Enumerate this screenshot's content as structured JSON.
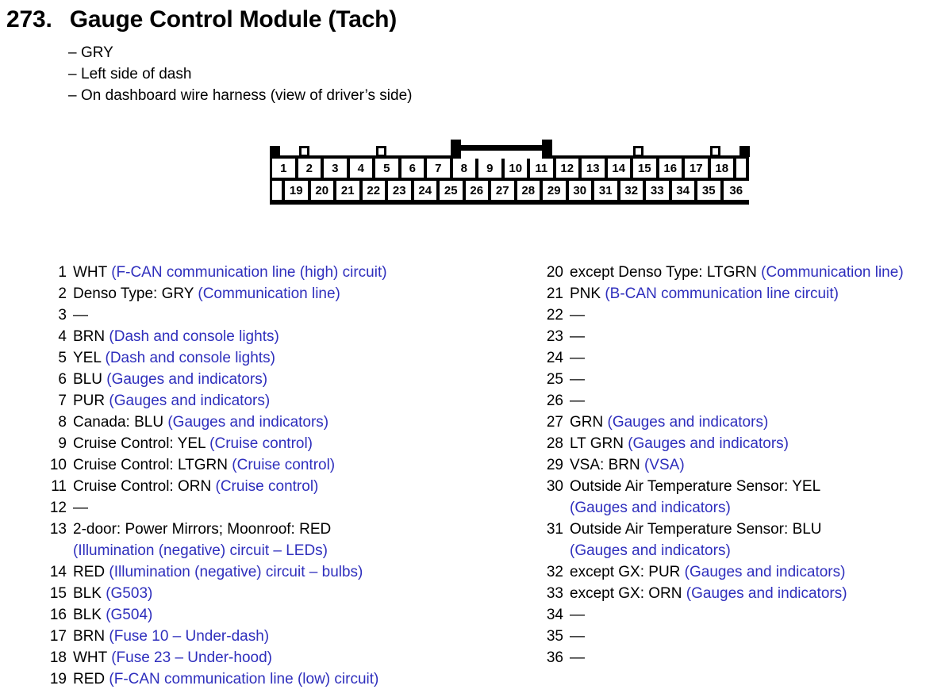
{
  "header": {
    "number": "273.",
    "title": "Gauge Control Module (Tach)",
    "full_title": "273.  Gauge Control Module (Tach)",
    "notes": [
      "GRY",
      "Left side of dash",
      "On dashboard wire harness (view of driver’s side)"
    ],
    "dash": "–"
  },
  "colors": {
    "text": "#000000",
    "circuit_blue": "#2f2fbd",
    "connector": "#000000",
    "background": "#ffffff"
  },
  "connector": {
    "name": "36-pin connector",
    "top_row": [
      "1",
      "2",
      "3",
      "4",
      "5",
      "6",
      "7",
      "8",
      "9",
      "10",
      "11",
      "12",
      "13",
      "14",
      "15",
      "16",
      "17",
      "18"
    ],
    "bottom_row": [
      "19",
      "20",
      "21",
      "22",
      "23",
      "24",
      "25",
      "26",
      "27",
      "28",
      "29",
      "30",
      "31",
      "32",
      "33",
      "34",
      "35",
      "36"
    ],
    "top_row_has_trailing_blank": true,
    "bottom_row_has_leading_blank": true
  },
  "pins_left": [
    {
      "num": "1",
      "wire": "WHT ",
      "circuit": "(F-CAN communication line (high) circuit)"
    },
    {
      "num": "2",
      "wire": "Denso Type: GRY ",
      "circuit": "(Communication line)"
    },
    {
      "num": "3",
      "wire": "",
      "circuit": "",
      "dash": "—"
    },
    {
      "num": "4",
      "wire": "BRN ",
      "circuit": "(Dash and console lights)"
    },
    {
      "num": "5",
      "wire": "YEL ",
      "circuit": "(Dash and console lights)"
    },
    {
      "num": "6",
      "wire": "BLU ",
      "circuit": "(Gauges and indicators)"
    },
    {
      "num": "7",
      "wire": "PUR ",
      "circuit": "(Gauges and indicators)"
    },
    {
      "num": "8",
      "wire": "Canada: BLU ",
      "circuit": "(Gauges and indicators)"
    },
    {
      "num": "9",
      "wire": "Cruise Control: YEL ",
      "circuit": "(Cruise control)"
    },
    {
      "num": "10",
      "wire": "Cruise Control: LTGRN  ",
      "circuit": "(Cruise control)"
    },
    {
      "num": "11",
      "wire": "Cruise Control: ORN ",
      "circuit": "(Cruise control)"
    },
    {
      "num": "12",
      "wire": "",
      "circuit": "",
      "dash": "—"
    },
    {
      "num": "13",
      "wire": "2-door: Power Mirrors; Moonroof: RED",
      "circuit": "",
      "cont": "(Illumination (negative) circuit – LEDs)"
    },
    {
      "num": "14",
      "wire": "RED ",
      "circuit": "(Illumination (negative) circuit – bulbs)"
    },
    {
      "num": "15",
      "wire": "BLK ",
      "circuit": "(G503)"
    },
    {
      "num": "16",
      "wire": "BLK ",
      "circuit": "(G504)"
    },
    {
      "num": "17",
      "wire": "BRN ",
      "circuit": "(Fuse 10 – Under-dash)"
    },
    {
      "num": "18",
      "wire": "WHT ",
      "circuit": "(Fuse 23 – Under-hood)"
    },
    {
      "num": "19",
      "wire": "RED ",
      "circuit": "(F-CAN communication line (low) circuit)"
    }
  ],
  "pins_right": [
    {
      "num": "20",
      "wire": "except Denso Type: LTGRN  ",
      "circuit": "(Communication line)"
    },
    {
      "num": "21",
      "wire": "PNK ",
      "circuit": "(B-CAN communication line circuit)"
    },
    {
      "num": "22",
      "wire": "",
      "circuit": "",
      "dash": "—"
    },
    {
      "num": "23",
      "wire": "",
      "circuit": "",
      "dash": "—"
    },
    {
      "num": "24",
      "wire": "",
      "circuit": "",
      "dash": "—"
    },
    {
      "num": "25",
      "wire": "",
      "circuit": "",
      "dash": "—"
    },
    {
      "num": "26",
      "wire": "",
      "circuit": "",
      "dash": "—"
    },
    {
      "num": "27",
      "wire": "GRN ",
      "circuit": "(Gauges and indicators)"
    },
    {
      "num": "28",
      "wire": "LT GRN ",
      "circuit": "(Gauges and indicators)"
    },
    {
      "num": "29",
      "wire": "VSA: BRN ",
      "circuit": "(VSA)"
    },
    {
      "num": "30",
      "wire": "Outside Air Temperature Sensor: YEL",
      "circuit": "",
      "cont": "(Gauges and indicators)"
    },
    {
      "num": "31",
      "wire": "Outside Air Temperature Sensor: BLU",
      "circuit": "",
      "cont": "(Gauges and indicators)"
    },
    {
      "num": "32",
      "wire": "except GX: PUR ",
      "circuit": "(Gauges and indicators)"
    },
    {
      "num": "33",
      "wire": "except GX: ORN ",
      "circuit": "(Gauges and indicators)"
    },
    {
      "num": "34",
      "wire": "",
      "circuit": "",
      "dash": "—"
    },
    {
      "num": "35",
      "wire": "",
      "circuit": "",
      "dash": "—"
    },
    {
      "num": "36",
      "wire": "",
      "circuit": "",
      "dash": "—"
    }
  ]
}
